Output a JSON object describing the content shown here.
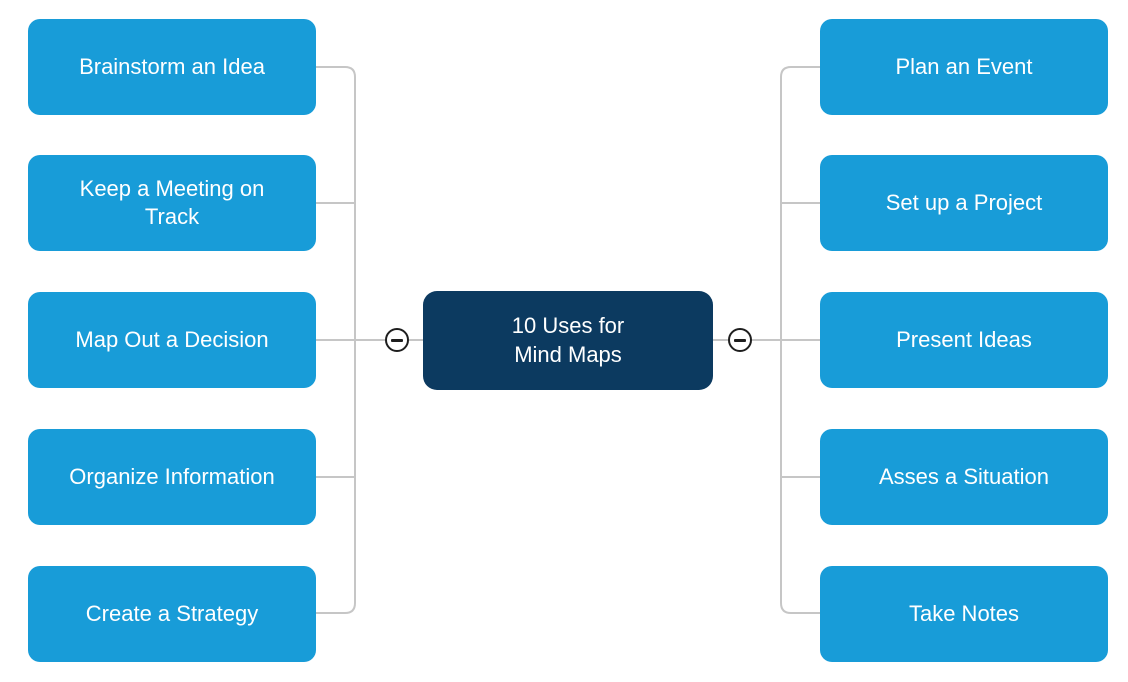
{
  "diagram": {
    "type": "mind-map",
    "center": {
      "label": "10 Uses for\nMind Maps"
    },
    "nodes": {
      "left": [
        {
          "label": "Brainstorm an Idea"
        },
        {
          "label": "Keep a Meeting on\nTrack"
        },
        {
          "label": "Map Out a Decision"
        },
        {
          "label": "Organize Information"
        },
        {
          "label": "Create a Strategy"
        }
      ],
      "right": [
        {
          "label": "Plan an Event"
        },
        {
          "label": "Set up a Project"
        },
        {
          "label": "Present Ideas"
        },
        {
          "label": "Asses a Situation"
        },
        {
          "label": "Take Notes"
        }
      ]
    },
    "controls": {
      "left_collapse": "minus",
      "right_collapse": "minus"
    },
    "colors": {
      "child_node_fill": "#189cd8",
      "center_node_fill": "#0c3a60",
      "node_text": "#ffffff",
      "connector_line": "#c6c6c6",
      "collapse_button_stroke": "#1e1e1e",
      "background": "#ffffff"
    }
  }
}
